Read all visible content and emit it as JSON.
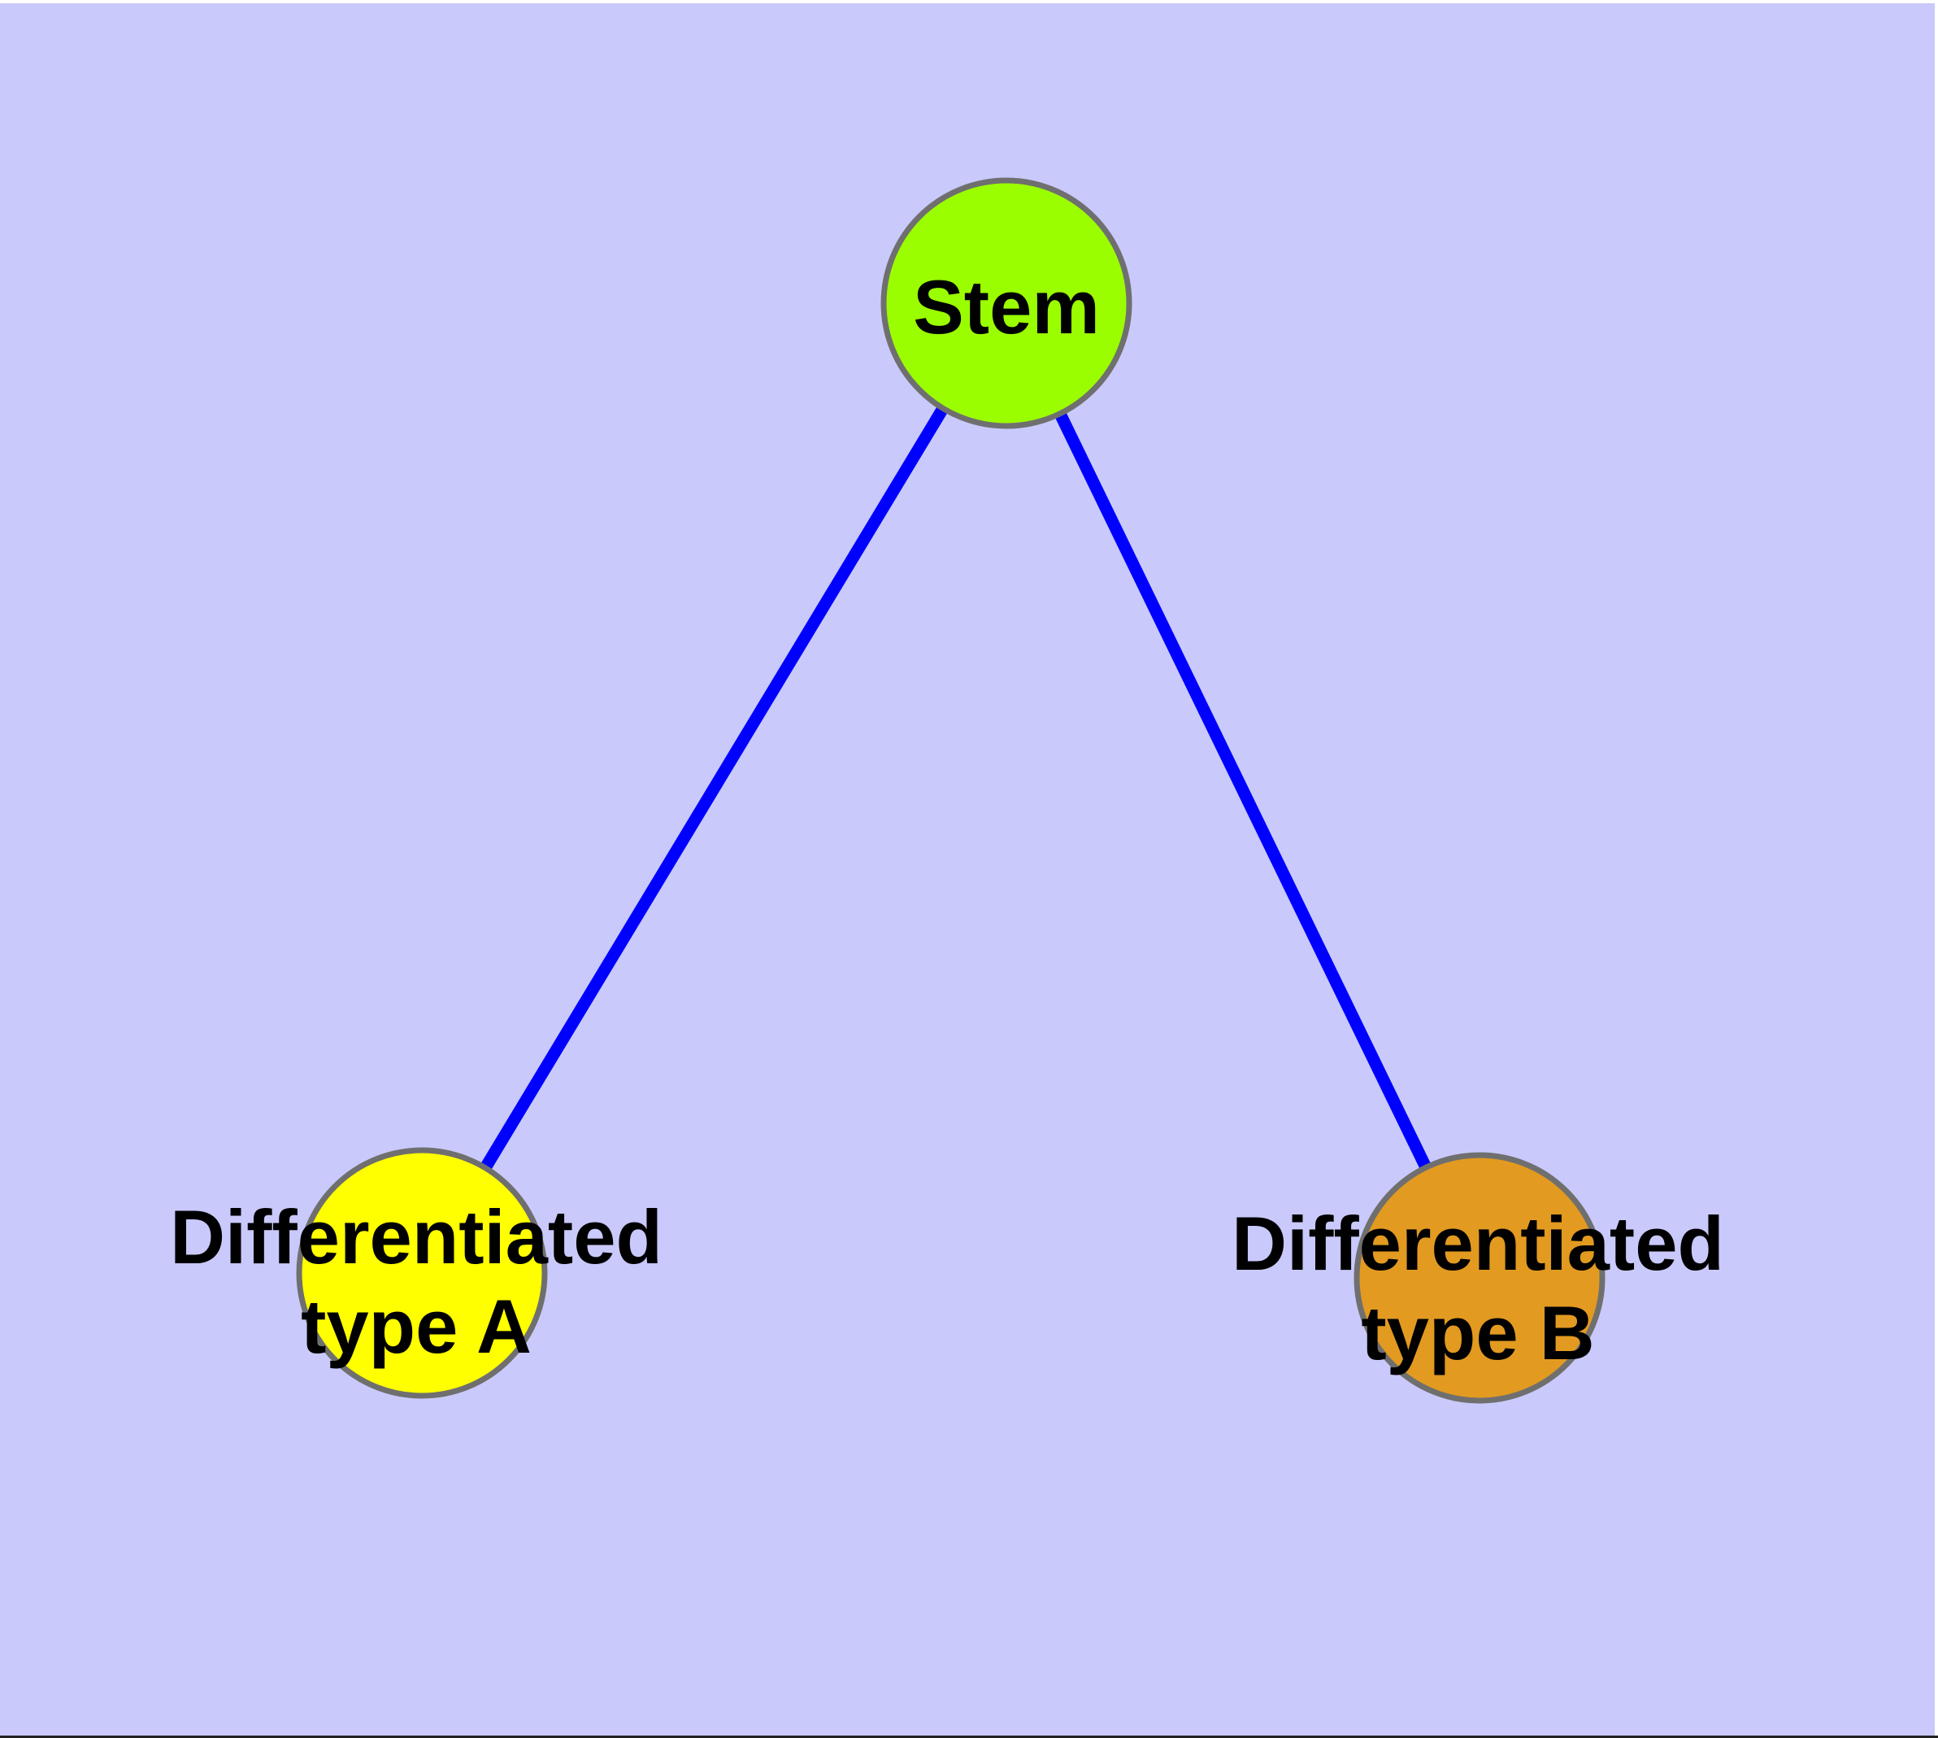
{
  "diagram": {
    "type": "node-link-graph",
    "description_visible_text_only": "",
    "nodes": [
      {
        "id": "stem",
        "label": [
          "Stem"
        ],
        "fill": "#9BFE00"
      },
      {
        "id": "type-a",
        "label": [
          "Differentiated",
          "type A"
        ],
        "fill": "#FFFF00"
      },
      {
        "id": "type-b",
        "label": [
          "Differentiated",
          "type B"
        ],
        "fill": "#E29A20"
      }
    ],
    "edges": [
      {
        "from": "stem",
        "to": "type-a"
      },
      {
        "from": "stem",
        "to": "type-b"
      }
    ]
  },
  "colors": {
    "background": "#C9C9FB",
    "edge-line": "#0000FF",
    "node-border": "#6F6F6F",
    "stem-fill": "#9BFE00",
    "type-a-fill": "#FFFF00",
    "type-b-fill": "#E29A20",
    "label-text": "#000000",
    "frame-top": "#FFFFFF",
    "frame-bottom": "#222222"
  }
}
